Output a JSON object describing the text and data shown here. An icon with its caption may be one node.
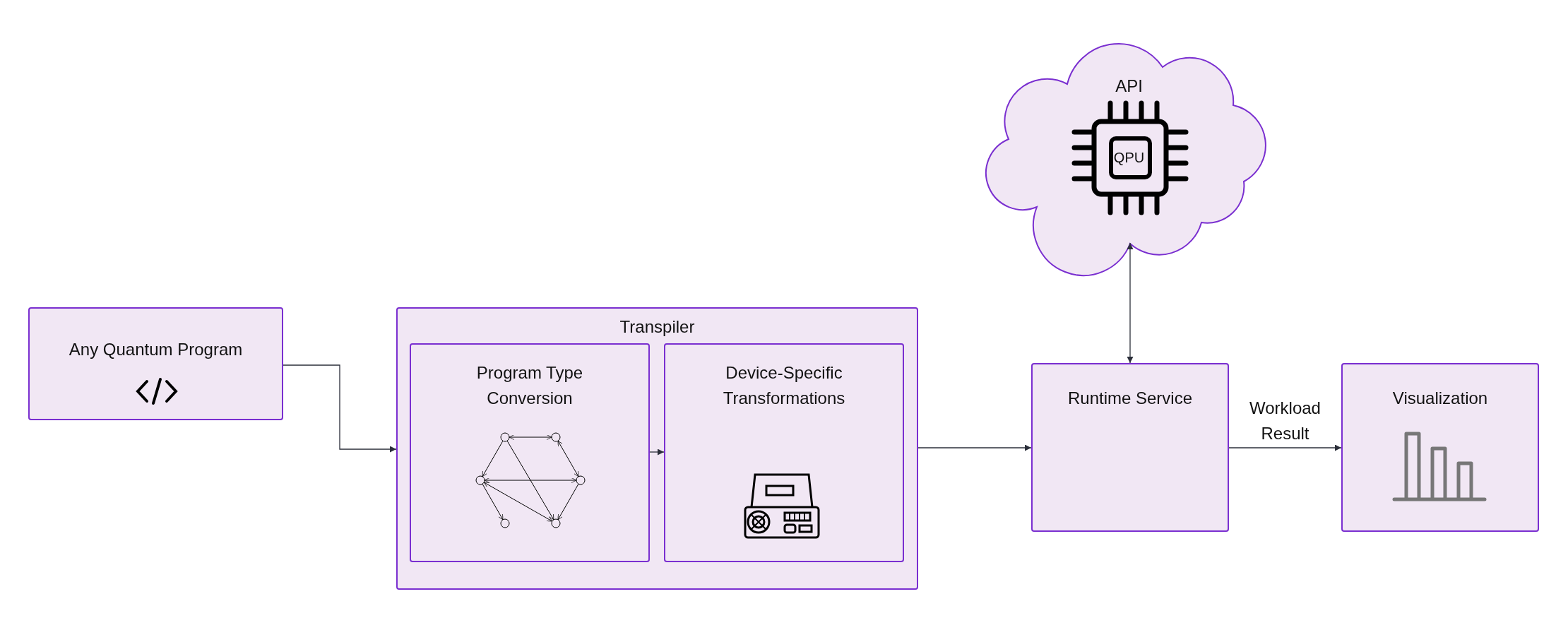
{
  "diagram": {
    "nodes": [
      {
        "text": [
          "Any Quantum Program"
        ]
      },
      {
        "text": [
          "Transpiler"
        ]
      },
      {
        "text": [
          "Program Type Conversion"
        ],
        "in": 1
      },
      {
        "text": [
          "Device-Specific Transformations"
        ],
        "in": 1
      },
      {
        "text": [
          "API",
          "QPU"
        ]
      },
      {
        "text": [
          "Runtime Service"
        ]
      },
      {
        "text": [
          "Visualization"
        ]
      }
    ],
    "edges": [
      {
        "from": 0,
        "to": 1,
        "arrow": "to"
      },
      {
        "from": 2,
        "to": 3,
        "arrow": "to"
      },
      {
        "from": 1,
        "to": 5,
        "arrow": "to"
      },
      {
        "from": 4,
        "to": 5,
        "arrow": "both"
      },
      {
        "from": 5,
        "to": 6,
        "arrow": "to",
        "label": "Workload Result"
      }
    ]
  }
}
